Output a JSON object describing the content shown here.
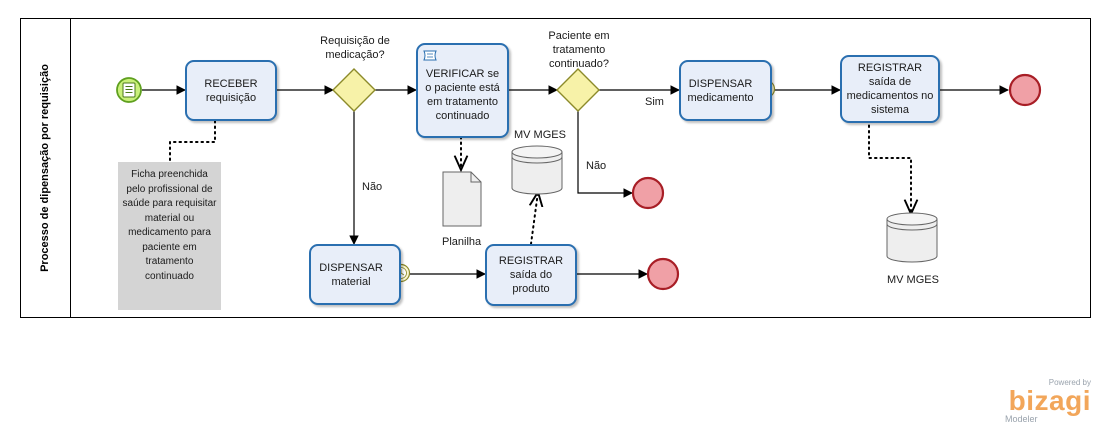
{
  "pool": {
    "label": "Processo de dipensação por requisição"
  },
  "tasks": {
    "receber": "RECEBER requisição",
    "verificar": "VERIFICAR se o paciente está em tratamento continuado",
    "dispensar_medicamento": "DISPENSAR medicamento",
    "registrar_saida_medicamentos": "REGISTRAR saída de medicamentos no sistema",
    "dispensar_material": "DISPENSAR material",
    "registrar_saida_produto": "REGISTRAR saída do produto"
  },
  "gateways": {
    "requisicao": "Requisição de medicação?",
    "paciente": "Paciente em tratamento continuado?"
  },
  "flow_labels": {
    "sim": "Sim",
    "nao_1": "Não",
    "nao_2": "Não"
  },
  "data_objects": {
    "planilha": "Planilha"
  },
  "data_stores": {
    "mv_mges_1": "MV MGES",
    "mv_mges_2": "MV MGES"
  },
  "annotation": {
    "text": "Ficha preenchida pelo profissional de saúde para requisitar material ou medicamento para paciente em tratamento continuado"
  },
  "branding": {
    "powered_by": "Powered by",
    "name": "bizagi",
    "product": "Modeler"
  },
  "colors": {
    "task_fill": "#e8eef9",
    "task_stroke": "#2a6fb0",
    "start_fill": "#c9f07a",
    "start_stroke": "#5fa01f",
    "end_fill": "#f0a0a6",
    "end_stroke": "#a81e26",
    "gateway_fill": "#f7f2a8",
    "gateway_stroke": "#8c8a2a"
  }
}
